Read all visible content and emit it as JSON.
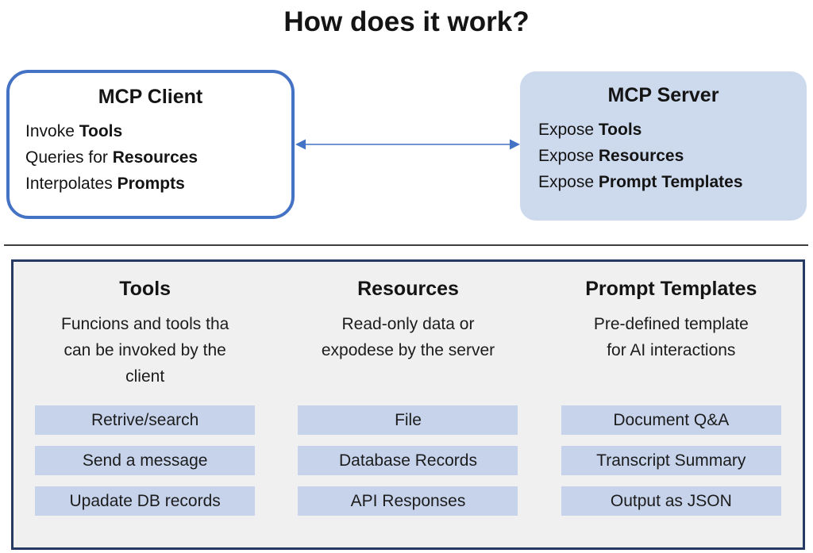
{
  "title": "How does it work?",
  "client": {
    "title": "MCP Client",
    "lines": [
      {
        "prefix": "Invoke ",
        "bold": "Tools"
      },
      {
        "prefix": "Queries for ",
        "bold": "Resources"
      },
      {
        "prefix": "Interpolates ",
        "bold": "Prompts"
      }
    ]
  },
  "server": {
    "title": "MCP Server",
    "lines": [
      {
        "prefix": "Expose ",
        "bold": "Tools"
      },
      {
        "prefix": "Expose ",
        "bold": "Resources"
      },
      {
        "prefix": "Expose ",
        "bold": "Prompt Templates"
      }
    ]
  },
  "panel": {
    "columns": [
      {
        "header": "Tools",
        "description": [
          "Funcions and tools tha",
          "can be invoked by the",
          "client"
        ],
        "items": [
          "Retrive/search",
          "Send a message",
          "Upadate DB records"
        ]
      },
      {
        "header": "Resources",
        "description": [
          "Read-only data or",
          "expodese by the server"
        ],
        "items": [
          "File",
          "Database Records",
          "API Responses"
        ]
      },
      {
        "header": "Prompt Templates",
        "description": [
          "Pre-defined template",
          "for AI interactions"
        ],
        "items": [
          "Document Q&A",
          "Transcript Summary",
          "Output as JSON"
        ]
      }
    ]
  },
  "colors": {
    "accent_blue": "#4472C4",
    "server_fill": "#CDD9ED",
    "chip_fill": "#C6D3EB",
    "panel_bg": "#F0F0F1",
    "panel_border": "#263A63"
  }
}
